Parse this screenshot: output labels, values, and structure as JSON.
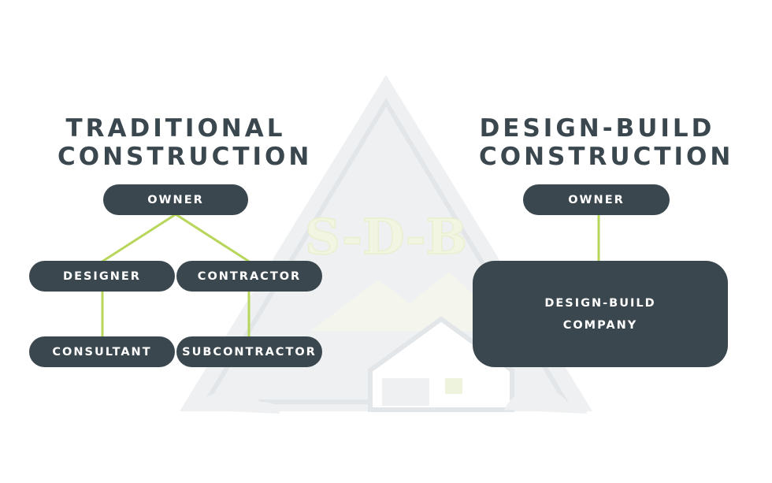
{
  "colors": {
    "node_fill": "#3b474e",
    "connector": "#b7d65a",
    "watermark": "#e9ebed",
    "heading_text": "#3b474e"
  },
  "watermark": {
    "logo_text": "S-D-B"
  },
  "traditional": {
    "title_line1": "TRADITIONAL",
    "title_line2": "CONSTRUCTION",
    "owner": "OWNER",
    "designer": "DESIGNER",
    "contractor": "CONTRACTOR",
    "consultant": "CONSULTANT",
    "subcontractor": "SUBCONTRACTOR"
  },
  "design_build": {
    "title_line1": "DESIGN-BUILD",
    "title_line2": "CONSTRUCTION",
    "owner": "OWNER",
    "company_line1": "DESIGN-BUILD",
    "company_line2": "COMPANY"
  }
}
